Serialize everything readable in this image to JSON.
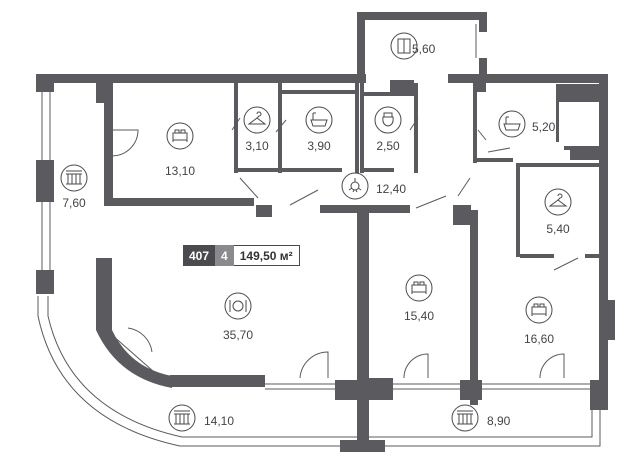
{
  "apartment": {
    "number": "407",
    "rooms": "4",
    "total_area": "149,50 м²"
  },
  "rooms": [
    {
      "id": "utility-top",
      "area": "5,60",
      "icon": "wardrobe-icon"
    },
    {
      "id": "bedroom-left",
      "area": "13,10",
      "icon": "bed-icon"
    },
    {
      "id": "dressing-small",
      "area": "3,10",
      "icon": "hanger-icon"
    },
    {
      "id": "bathroom-1",
      "area": "3,90",
      "icon": "bathtub-icon"
    },
    {
      "id": "toilet",
      "area": "2,50",
      "icon": "toilet-icon"
    },
    {
      "id": "bathroom-2",
      "area": "5,20",
      "icon": "bathtub-icon"
    },
    {
      "id": "balcony-left",
      "area": "7,60",
      "icon": "balcony-icon"
    },
    {
      "id": "hall",
      "area": "12,40",
      "icon": "ceiling-lamp-icon"
    },
    {
      "id": "dressing-right",
      "area": "5,40",
      "icon": "hanger-icon"
    },
    {
      "id": "living-kitchen",
      "area": "35,70",
      "icon": "dining-icon"
    },
    {
      "id": "bedroom-middle",
      "area": "15,40",
      "icon": "bed-icon"
    },
    {
      "id": "bedroom-right",
      "area": "16,60",
      "icon": "bed-icon"
    },
    {
      "id": "terrace-left",
      "area": "14,10",
      "icon": "balcony-icon"
    },
    {
      "id": "terrace-right",
      "area": "8,90",
      "icon": "balcony-icon"
    }
  ],
  "colors": {
    "wall": "#5b5b5f",
    "badge_dark": "#4b4b4f",
    "badge_mid": "#8a8a8e"
  }
}
